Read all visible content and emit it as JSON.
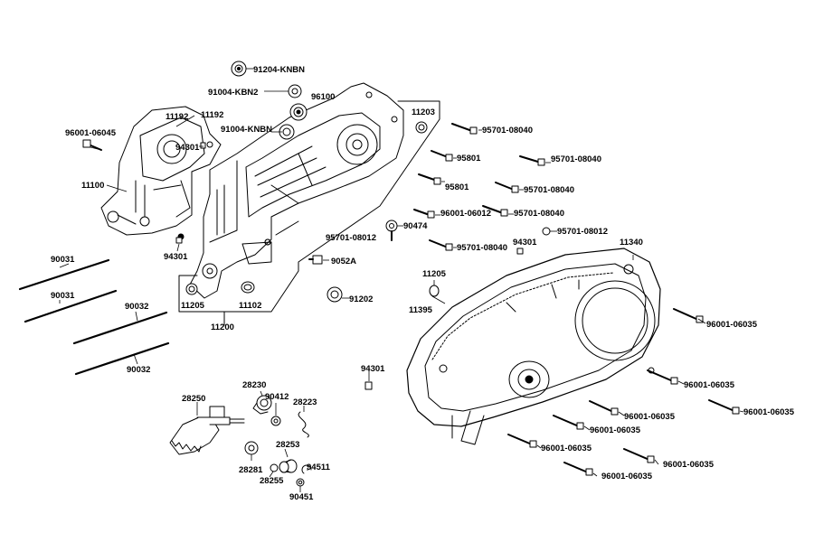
{
  "diagram": {
    "labels": {
      "p91204_knbn": "91204-KNBN",
      "p91004_kbn2": "91004-KBN2",
      "p96100": "96100",
      "p91004_knbn": "91004-KNBN",
      "p11192a": "11192",
      "p11192b": "11192",
      "p94301_a": "94301",
      "p96001_06045": "96001-06045",
      "p11100": "11100",
      "p11203": "11203",
      "p95701_08040_a": "95701-08040",
      "p95801_a": "95801",
      "p95701_08040_b": "95701-08040",
      "p95801_b": "95801",
      "p95701_08040_c": "95701-08040",
      "p96001_06012": "96001-06012",
      "p95701_08040_d": "95701-08040",
      "p90474": "90474",
      "p95701_08012_a": "95701-08012",
      "p95701_08012_b": "95701-08012",
      "p95701_08040_e": "95701-08040",
      "p94301_b": "94301",
      "p11340": "11340",
      "p94301_c": "94301",
      "p9052a": "9052A",
      "p90031_a": "90031",
      "p90031_b": "90031",
      "p90032_a": "90032",
      "p90032_b": "90032",
      "p11205_a": "11205",
      "p11102": "11102",
      "p11200": "11200",
      "p91202": "91202",
      "p11205_b": "11205",
      "p11395": "11395",
      "p96001_06035_a": "96001-06035",
      "p94301_d": "94301",
      "p96001_06035_b": "96001-06035",
      "p96001_06035_c": "96001-06035",
      "p96001_06035_d": "96001-06035",
      "p96001_06035_e": "96001-06035",
      "p96001_06035_f": "96001-06035",
      "p96001_06035_g": "96001-06035",
      "p96001_06035_h": "96001-06035",
      "p28230": "28230",
      "p90412": "90412",
      "p28223": "28223",
      "p28250": "28250",
      "p28253": "28253",
      "p28281": "28281",
      "p28255": "28255",
      "p94511": "94511",
      "p90451": "90451"
    }
  }
}
